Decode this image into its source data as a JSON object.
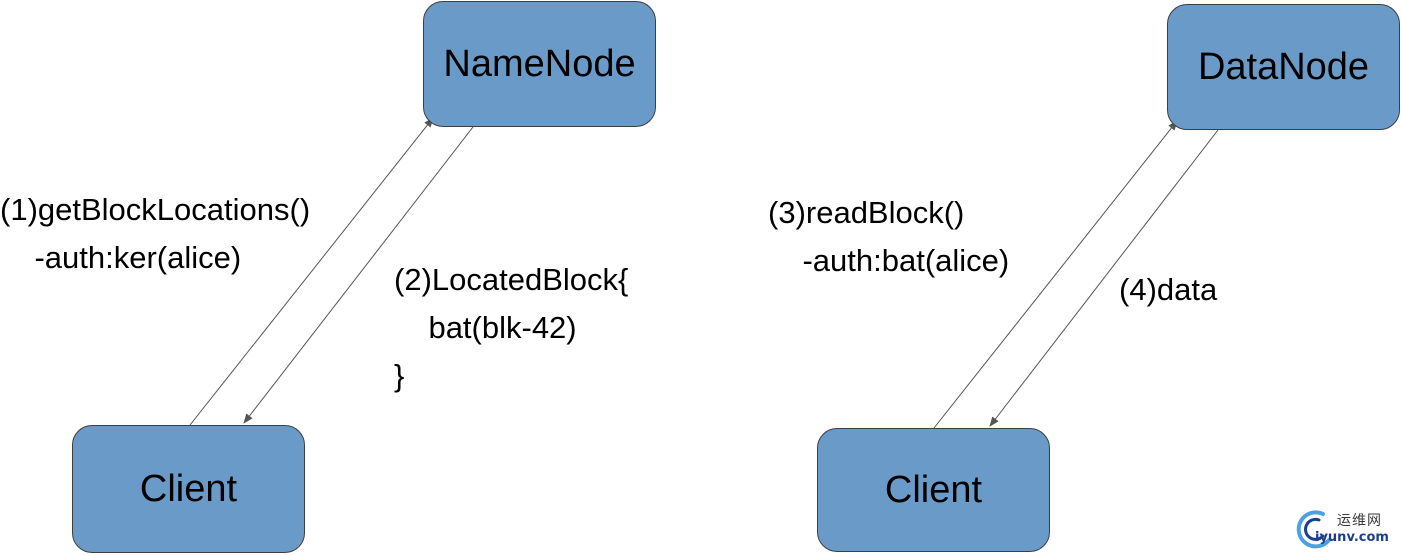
{
  "nodes": {
    "namenode": "NameNode",
    "datanode": "DataNode",
    "client_left": "Client",
    "client_right": "Client"
  },
  "messages": {
    "get_block_locations": "(1)getBlockLocations()\n    -auth:ker(alice)",
    "located_block": "(2)LocatedBlock{\n    bat(blk-42)\n}",
    "read_block": "(3)readBlock()\n    -auth:bat(alice)",
    "data": "(4)data"
  },
  "watermark": {
    "cn": "运维网",
    "en": "iyunv.com"
  },
  "colors": {
    "node_fill": "#6a9bc8",
    "node_border": "#3e3e3e",
    "arrow": "#555555",
    "watermark_blue": "#1b3f8f"
  }
}
